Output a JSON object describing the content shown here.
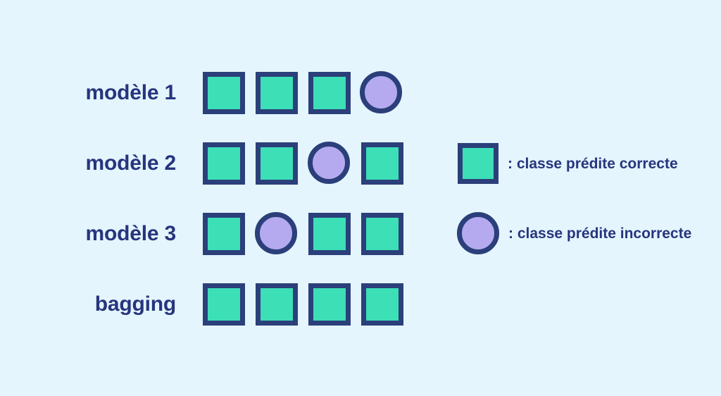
{
  "figure": {
    "background_color": "#e4f5fd",
    "text_color": "#27357e",
    "correct_color": "#3cdfb6",
    "incorrect_color": "#b5aaf0",
    "stroke_color": "#2b3f7a"
  },
  "rows": [
    {
      "label": "modèle 1",
      "cells": [
        "correct",
        "correct",
        "correct",
        "incorrect"
      ]
    },
    {
      "label": "modèle 2",
      "cells": [
        "correct",
        "correct",
        "incorrect",
        "correct"
      ]
    },
    {
      "label": "modèle 3",
      "cells": [
        "correct",
        "incorrect",
        "correct",
        "correct"
      ]
    },
    {
      "label": "bagging",
      "cells": [
        "correct",
        "correct",
        "correct",
        "correct"
      ]
    }
  ],
  "legend": [
    {
      "shape": "square",
      "kind": "correct",
      "text": ": classe prédite correcte"
    },
    {
      "shape": "circle",
      "kind": "incorrect",
      "text": ": classe prédite incorrecte"
    }
  ]
}
